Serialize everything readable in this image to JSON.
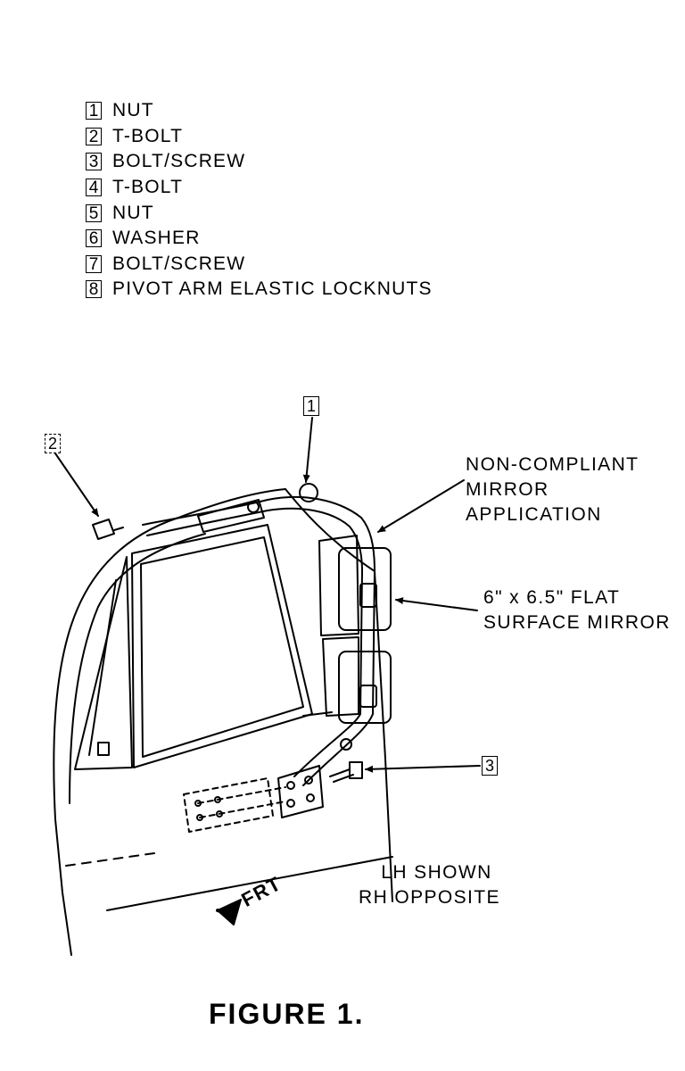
{
  "legend": [
    {
      "num": "1",
      "label": "NUT"
    },
    {
      "num": "2",
      "label": "T-BOLT"
    },
    {
      "num": "3",
      "label": "BOLT/SCREW"
    },
    {
      "num": "4",
      "label": "T-BOLT"
    },
    {
      "num": "5",
      "label": "NUT"
    },
    {
      "num": "6",
      "label": "WASHER"
    },
    {
      "num": "7",
      "label": "BOLT/SCREW"
    },
    {
      "num": "8",
      "label": "PIVOT ARM ELASTIC LOCKNUTS"
    }
  ],
  "callouts": {
    "c1": "1",
    "c2": "2",
    "c3": "3"
  },
  "notes": {
    "mirror_application": [
      "NON-COMPLIANT",
      "MIRROR",
      "APPLICATION"
    ],
    "mirror_size": [
      "6\" x 6.5\" FLAT",
      "SURFACE MIRROR"
    ],
    "side": [
      "LH SHOWN",
      "RH OPPOSITE"
    ],
    "front": "FRT"
  },
  "figure_title": "FIGURE 1."
}
